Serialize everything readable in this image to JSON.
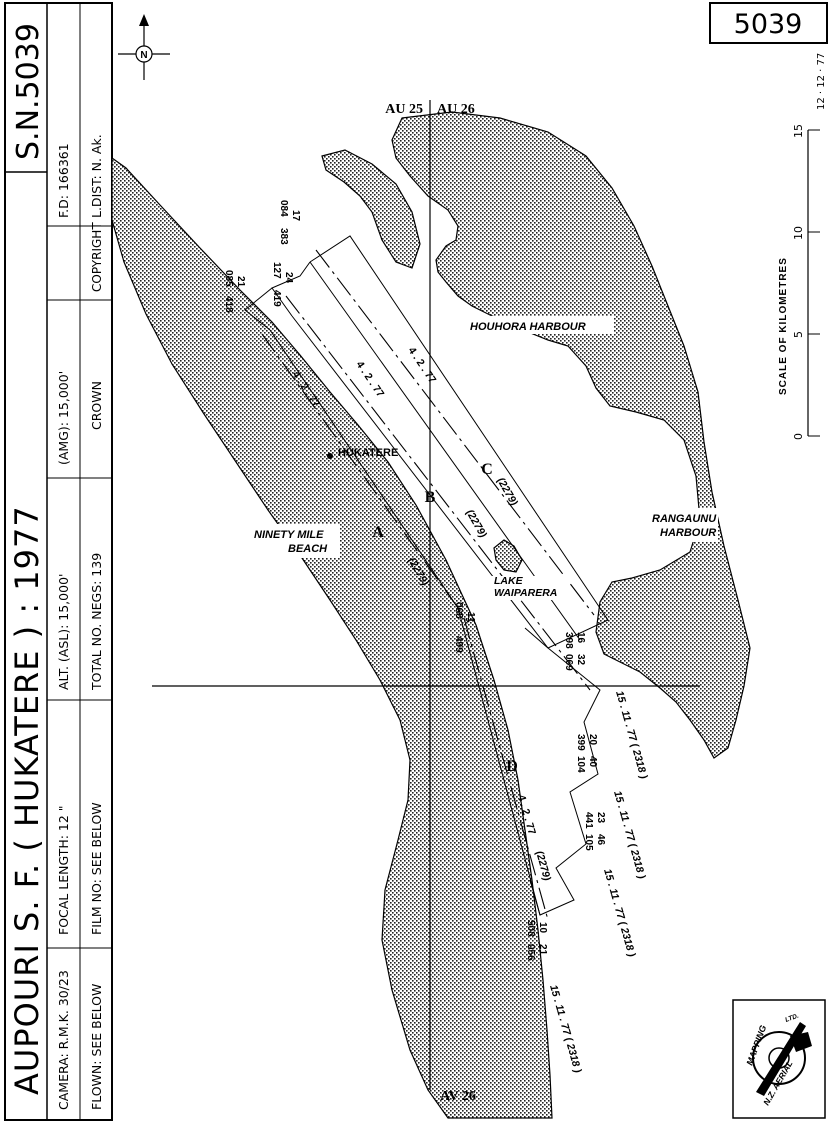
{
  "sheet_number": "5039",
  "date": "12 · 12 · 77",
  "title_block": {
    "title": "AUPOURI   S. F. ( HUKATERE )  :  1977",
    "serial": "S.N.5039",
    "camera": "CAMERA: R.M.K.  30/23",
    "flown": "FLOWN: SEE   BELOW",
    "focal_length": "FOCAL LENGTH: 12 \"",
    "film_no": "FILM NO: SEE   BELOW",
    "alt_asl": "ALT. (ASL): 15,000'",
    "total_negs": "TOTAL NO. NEGS: 139",
    "alt_amg": "(AMG): 15,000'",
    "crown": "CROWN",
    "copyright": "COPYRIGHT",
    "fd": "F.D: 166361",
    "l_dist": "L.DIST: N. Ak."
  },
  "grid": {
    "top_left": "AU 25",
    "top_right": "AU 26",
    "bottom": "AV 26"
  },
  "north_symbol": "N",
  "places": {
    "houhora": "HOUHORA   HARBOUR",
    "rangaunu_1": "RANGAUNU",
    "rangaunu_2": "HARBOUR",
    "hukatere": "HUKATERE",
    "ninety_1": "NINETY  MILE",
    "ninety_2": "BEACH",
    "lake_1": "LAKE",
    "lake_2": "WAIPARERA"
  },
  "runs": {
    "a": "A",
    "b": "B",
    "c": "C",
    "d": "D",
    "date_a": "4 . 2 . 77",
    "date_b": "4 . 2 . 77",
    "date_c": "4 . 2 . 77",
    "date_d": "4 . 2 . 77",
    "film_a": "(2279)",
    "film_b": "(2279)",
    "film_c": "(2279)",
    "film_d": "(2279)",
    "flight_1": "15 . 11 . 77  ( 2318 )",
    "flight_2": "15 . 11 . 77  ( 2318 )",
    "flight_3": "15 . 11 . 77  ( 2318 )",
    "flight_4": "15 . 11 . 77  ( 2318 )"
  },
  "photo_labels": {
    "l17a": "17",
    "l17b": "084",
    "l17c": "383",
    "l24a": "24",
    "l24b": "127",
    "l24c": "419",
    "l21a": "21",
    "l21b": "085",
    "l21c": "418",
    "l11a": "11",
    "l11b": "068",
    "l11c": "499",
    "l16a": "16",
    "l32a": "32",
    "l16b": "398",
    "l32b": "069",
    "l20a": "20",
    "l40a": "40",
    "l20b": "399",
    "l40b": "104",
    "l23a": "23",
    "l46a": "46",
    "l23b": "441",
    "l46b": "105",
    "l10a": "10",
    "l21da": "21",
    "l10b": "508",
    "l21db": "056"
  },
  "scale": {
    "text": "SCALE   OF   KILOMETRES",
    "ticks": [
      "0",
      "5",
      "10",
      "15"
    ]
  },
  "logo": {
    "text_1": "N.Z. AERIAL",
    "text_2": "MAPPING",
    "text_3": "LTD."
  }
}
